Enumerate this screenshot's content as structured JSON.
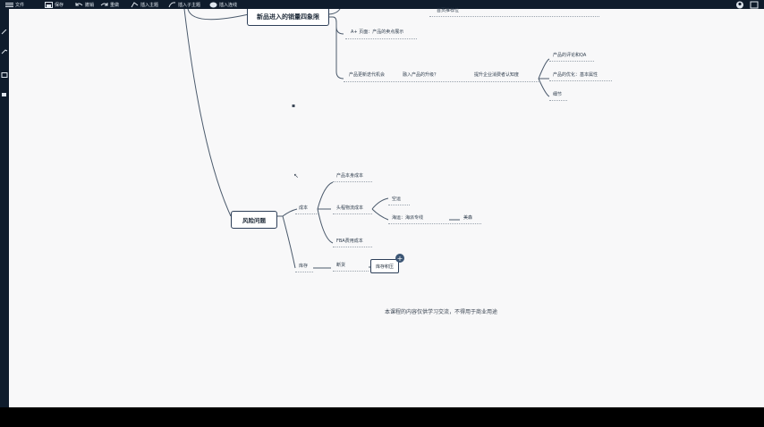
{
  "toolbar": {
    "items": [
      {
        "label": "文件"
      },
      {
        "label": "保存"
      },
      {
        "label": "撤销"
      },
      {
        "label": "重做"
      },
      {
        "label": "插入主题"
      },
      {
        "label": "插入子主题"
      },
      {
        "label": "插入连线"
      }
    ]
  },
  "mindmap": {
    "topic_top": "新品进入的销量四象限",
    "top_label_upper": "首页推荐位",
    "top_label_ab": "A+ 页面：产品的卖点展示",
    "top_label_flow": "产品更新迭代机会",
    "top_label_flow2": "融入产品的升级？",
    "top_label_flow3": "提升企业消费者认知度",
    "leaf_review_qa": "产品的评论和QA",
    "leaf_review_opt": "产品的优化：基本属性",
    "leaf_other": "细节",
    "topic_main": "风险问题",
    "branch_cost": "成本",
    "branch_inventory": "库存",
    "leaf_cost_1": "产品本身成本",
    "leaf_cost_2": "头程物流成本",
    "leaf_cost_3": "空运",
    "leaf_cost_4": "海运：海派专线",
    "leaf_cost_5": "美森",
    "leaf_cost_6": "FBA费用成本",
    "leaf_inv_1": "断货",
    "leaf_selected": "库存积压",
    "caption": "本课程的内容仅供学习交流，不得用于商业用途"
  }
}
